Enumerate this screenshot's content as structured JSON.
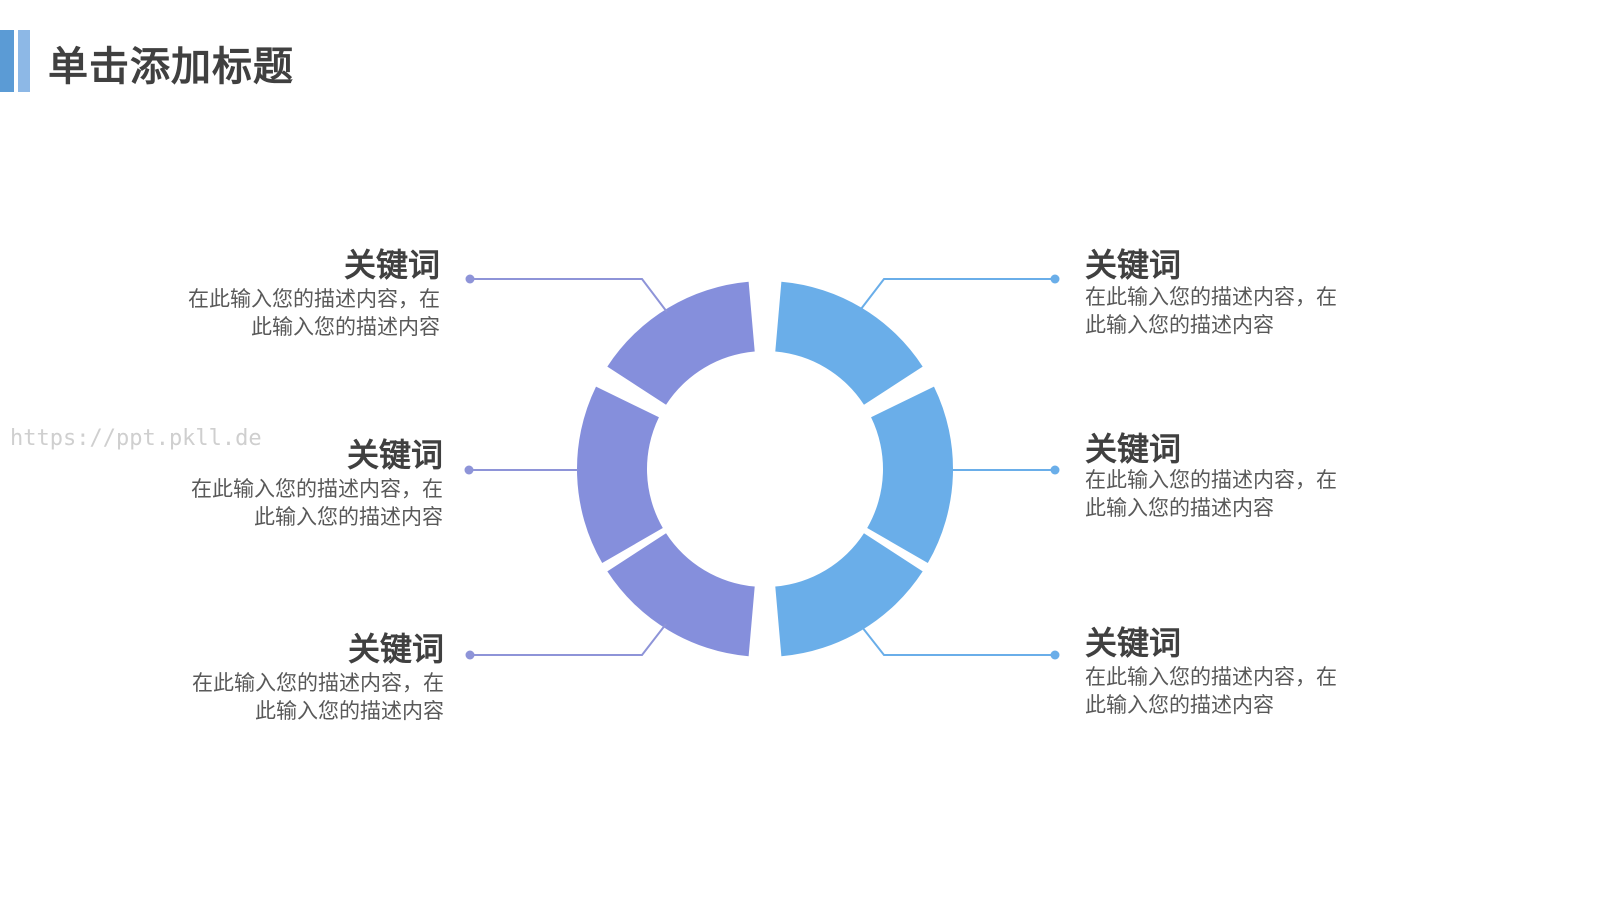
{
  "header": {
    "title": "单击添加标题",
    "accent_color": "#5b9bd5",
    "accent_color_2": "#8db8e6"
  },
  "watermark": "https://ppt.pkll.de",
  "colors": {
    "left_segments": "#858fdc",
    "right_segments": "#6aaee9",
    "left_connector": "#8e94d8",
    "right_connector": "#6aaee9"
  },
  "items": [
    {
      "keyword": "关键词",
      "desc_line1": "在此输入您的描述内容，在",
      "desc_line2": "此输入您的描述内容"
    },
    {
      "keyword": "关键词",
      "desc_line1": "在此输入您的描述内容，在",
      "desc_line2": "此输入您的描述内容"
    },
    {
      "keyword": "关键词",
      "desc_line1": "在此输入您的描述内容，在",
      "desc_line2": "此输入您的描述内容"
    },
    {
      "keyword": "关键词",
      "desc_line1": "在此输入您的描述内容，在",
      "desc_line2": "此输入您的描述内容"
    },
    {
      "keyword": "关键词",
      "desc_line1": "在此输入您的描述内容，在",
      "desc_line2": "此输入您的描述内容"
    },
    {
      "keyword": "关键词",
      "desc_line1": "在此输入您的描述内容，在",
      "desc_line2": "此输入您的描述内容"
    }
  ]
}
